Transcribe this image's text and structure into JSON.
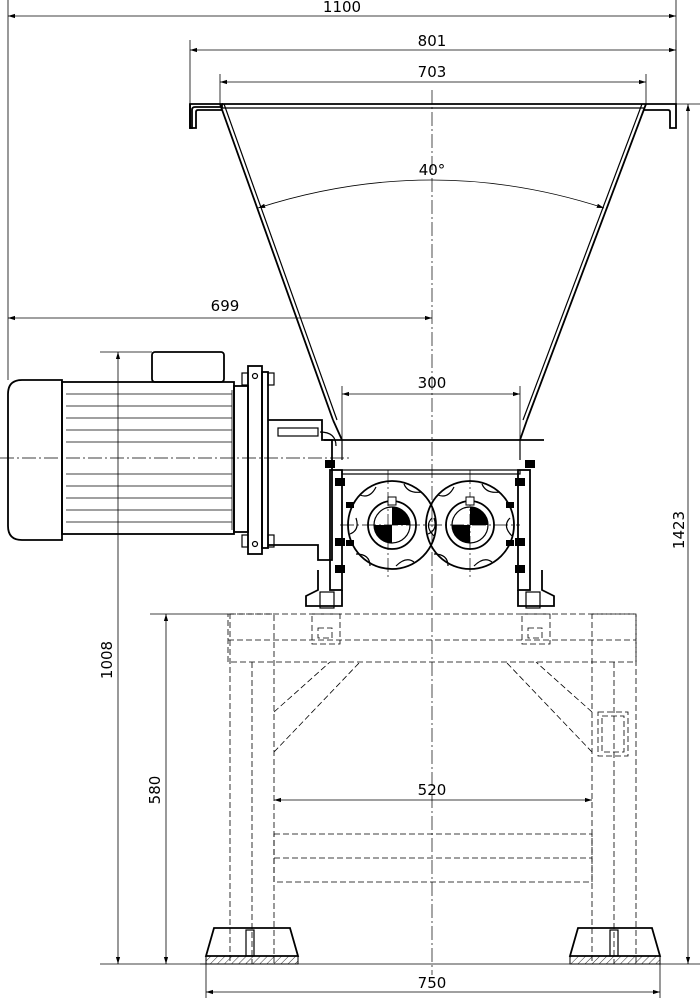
{
  "drawing": {
    "dimensions": {
      "overall_width": "1100",
      "hopper_flange_width": "801",
      "hopper_inner_width": "703",
      "hopper_angle": "40°",
      "motor_offset": "699",
      "throat_width": "300",
      "frame_inner_width": "520",
      "base_width": "750",
      "total_height": "1423",
      "motor_axis_height": "1008",
      "frame_height": "580"
    }
  }
}
